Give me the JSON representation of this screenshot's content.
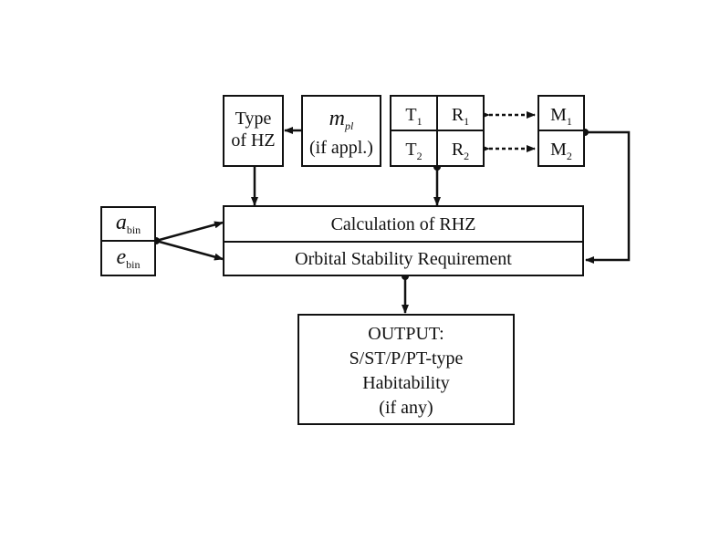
{
  "diagram": {
    "type_hz": {
      "line1": "Type",
      "line2": "of HZ"
    },
    "m_pl": {
      "symbol": "m",
      "subscript": "pl",
      "note": "(if appl.)"
    },
    "stars": [
      {
        "t": "T",
        "t_sub": "1",
        "r": "R",
        "r_sub": "1",
        "m": "M",
        "m_sub": "1"
      },
      {
        "t": "T",
        "t_sub": "2",
        "r": "R",
        "r_sub": "2",
        "m": "M",
        "m_sub": "2"
      }
    ],
    "binary": {
      "a": "a",
      "a_sub": "bin",
      "e": "e",
      "e_sub": "bin"
    },
    "calc_label": "Calculation of RHZ",
    "stability_label": "Orbital Stability Requirement",
    "output": {
      "line1": "OUTPUT:",
      "line2": "S/ST/P/PT-type",
      "line3": "Habitability",
      "line4": "(if any)"
    }
  }
}
